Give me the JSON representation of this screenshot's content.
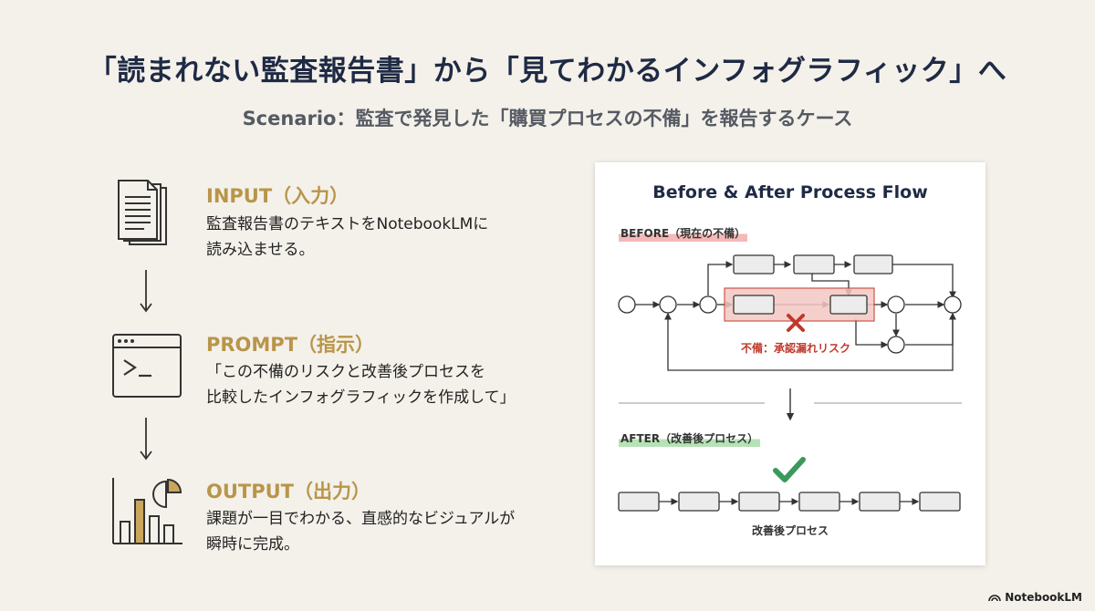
{
  "header": {
    "title": "「読まれない監査報告書」から「見てわかるインフォグラフィック」へ",
    "subtitle": "Scenario：監査で発見した「購買プロセスの不備」を報告するケース"
  },
  "steps": [
    {
      "heading": "INPUT（入力）",
      "body_lines": [
        "監査報告書のテキストをNotebookLMに",
        "読み込ませる。"
      ],
      "icon": "document-stack-icon"
    },
    {
      "heading": "PROMPT（指示）",
      "body_lines": [
        "「この不備のリスクと改善後プロセスを",
        "比較したインフォグラフィックを作成して」"
      ],
      "icon": "terminal-window-icon"
    },
    {
      "heading": "OUTPUT（出力）",
      "body_lines": [
        "課題が一目でわかる、直感的なビジュアルが",
        "瞬時に完成。"
      ],
      "icon": "bar-pie-chart-icon"
    }
  ],
  "diagram": {
    "title": "Before & After Process Flow",
    "before_label": "BEFORE（現在の不備）",
    "defect_label": "不備：承認漏れリスク",
    "after_label": "AFTER（改善後プロセス）",
    "after_caption": "改善後プロセス",
    "colors": {
      "defect": "#c0392b",
      "defect_fill": "#f4c7c3",
      "check": "#3a9a5b",
      "before_tag": "#f4b8b8",
      "after_tag": "#b6e2b6"
    }
  },
  "brand": {
    "name": "NotebookLM"
  }
}
